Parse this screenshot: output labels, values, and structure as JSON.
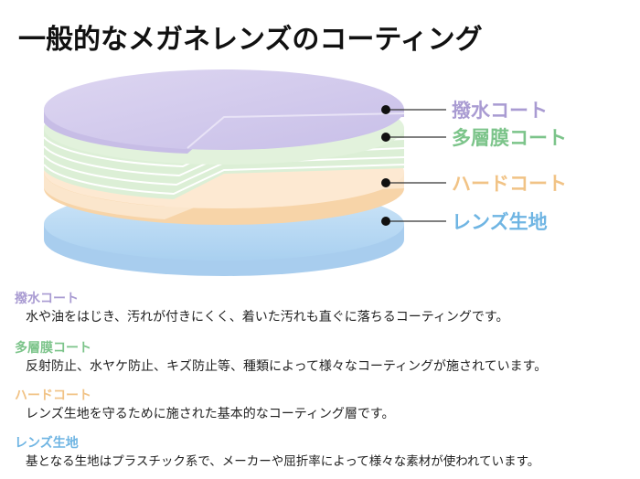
{
  "title": "一般的なメガネレンズのコーティング",
  "layers": [
    {
      "label": "撥水コート",
      "color": "#a99bd2",
      "desc": "水や油をはじき、汚れが付きにくく、着いた汚れも直ぐに落ちるコーティングです。"
    },
    {
      "label": "多層膜コート",
      "color": "#7cc48a",
      "desc": "反射防止、水ヤケ防止、キズ防止等、種類によって様々なコーティングが施されています。"
    },
    {
      "label": "ハードコート",
      "color": "#f1c386",
      "desc": "レンズ生地を守るために施された基本的なコーティング層です。"
    },
    {
      "label": "レンズ生地",
      "color": "#6fb5e3",
      "desc": "基となる生地はプラスチック系で、メーカーや屈折率によって様々な素材が使われています。"
    }
  ],
  "colors": {
    "purple_fill": "#d3cbec",
    "green_fill": "#dff0d8",
    "orange_fill": "#fbe3c6",
    "blue_fill": "#b9d9f3"
  }
}
